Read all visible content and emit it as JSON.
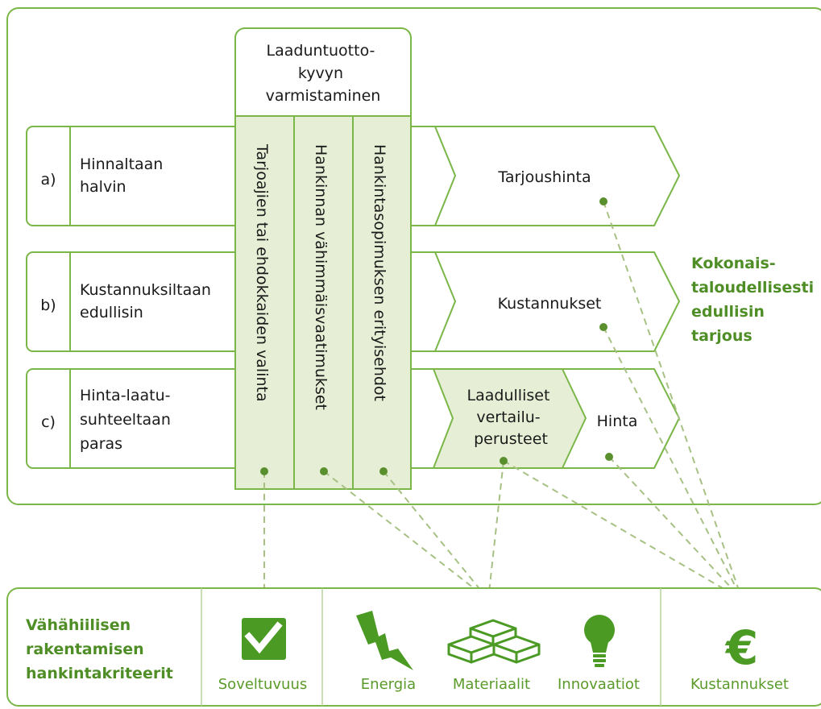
{
  "header_box": {
    "lines": [
      "Laaduntuotto-",
      "kyvyn",
      "varmistaminen"
    ]
  },
  "columns": [
    {
      "label": "Tarjoajien tai ehdokkaiden valinta"
    },
    {
      "label": "Hankinnan vähimmäisvaatimukset"
    },
    {
      "label": "Hankintasopimuksen erityisehdot"
    }
  ],
  "rows": [
    {
      "letter": "a)",
      "lines": [
        "Hinnaltaan",
        "halvin"
      ],
      "outcome": "Tarjoushinta"
    },
    {
      "letter": "b)",
      "lines": [
        "Kustannuksiltaan",
        "edullisin"
      ],
      "outcome": "Kustannukset"
    },
    {
      "letter": "c)",
      "lines": [
        "Hinta-laatu-",
        "suhteeltaan",
        "paras"
      ],
      "quality_box": [
        "Laadulliset",
        "vertailu-",
        "perusteet"
      ],
      "outcome": "Hinta"
    }
  ],
  "result": {
    "lines": [
      "Kokonais-",
      "taloudellisesti",
      "edullisin",
      "tarjous"
    ]
  },
  "criteria": {
    "title_lines": [
      "Vähähiilisen",
      "rakentamisen",
      "hankintakriteerit"
    ],
    "items": [
      {
        "label": "Soveltuvuus",
        "icon": "checkbox-icon"
      },
      {
        "label": "Energia",
        "icon": "lightning-icon"
      },
      {
        "label": "Materiaalit",
        "icon": "bricks-icon"
      },
      {
        "label": "Innovaatiot",
        "icon": "lightbulb-icon"
      },
      {
        "label": "Kustannukset",
        "icon": "euro-icon"
      }
    ]
  },
  "colors": {
    "border_green": "#7ab648",
    "fill_green": "#e6efd6",
    "dot_green": "#5a8f2e",
    "icon_green": "#4a9a24",
    "text_green": "#4f8e26",
    "dashed": "#a7c184"
  }
}
